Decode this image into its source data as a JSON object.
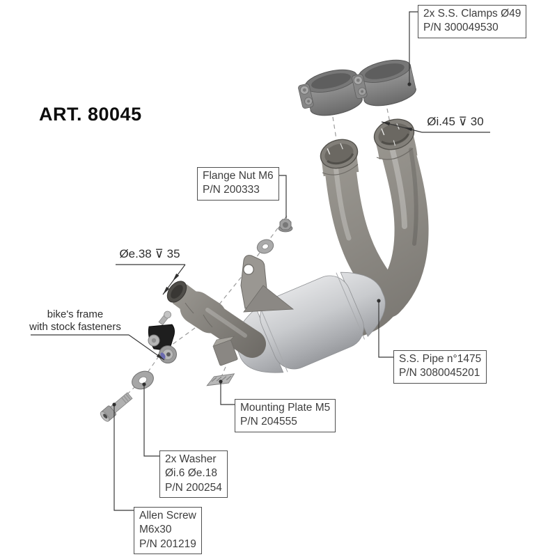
{
  "title": "ART. 80045",
  "dimensions": {
    "outlet": "Øi.45 ⊽ 30",
    "inlet": "Øe.38 ⊽ 35"
  },
  "note": {
    "line1": "bike's frame",
    "line2": "with stock fasteners"
  },
  "callouts": {
    "clamps": {
      "line1": "2x S.S. Clamps Ø49",
      "line2": "P/N 300049530"
    },
    "flange_nut": {
      "line1": "Flange Nut M6",
      "line2": "P/N 200333"
    },
    "ss_pipe": {
      "line1": "S.S. Pipe n°1475",
      "line2": "P/N 3080045201"
    },
    "mounting_plate": {
      "line1": "Mounting Plate M5",
      "line2": "P/N 204555"
    },
    "washer": {
      "line1": "2x Washer",
      "line2": "Øi.6 Øe.18",
      "line3": "P/N 200254"
    },
    "allen_screw": {
      "line1": "Allen Screw",
      "line2": "M6x30",
      "line3": "P/N 201219"
    }
  },
  "colors": {
    "pipe": "#8d8a84",
    "converter": "#c6c8cb",
    "clamp": "#858585",
    "bracket_black": "#1e1e1e",
    "fastener_blue": "#6a6ab0",
    "line": "#383838",
    "text": "#3d3d3d"
  }
}
